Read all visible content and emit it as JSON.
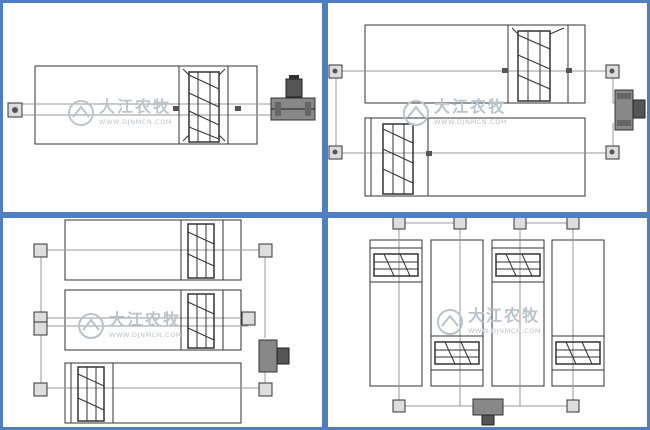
{
  "watermark": {
    "brand": "大江农牧",
    "url": "WWW.DJNMCN.COM"
  },
  "panels": [
    {
      "name": "layout-single-pool"
    },
    {
      "name": "layout-two-pools"
    },
    {
      "name": "layout-three-pools"
    },
    {
      "name": "layout-four-pools-vertical"
    }
  ],
  "colors": {
    "frame": "#4f7fc0",
    "line": "#333333",
    "cable": "#9a9a9a",
    "watermark": "#b9c3cc"
  }
}
